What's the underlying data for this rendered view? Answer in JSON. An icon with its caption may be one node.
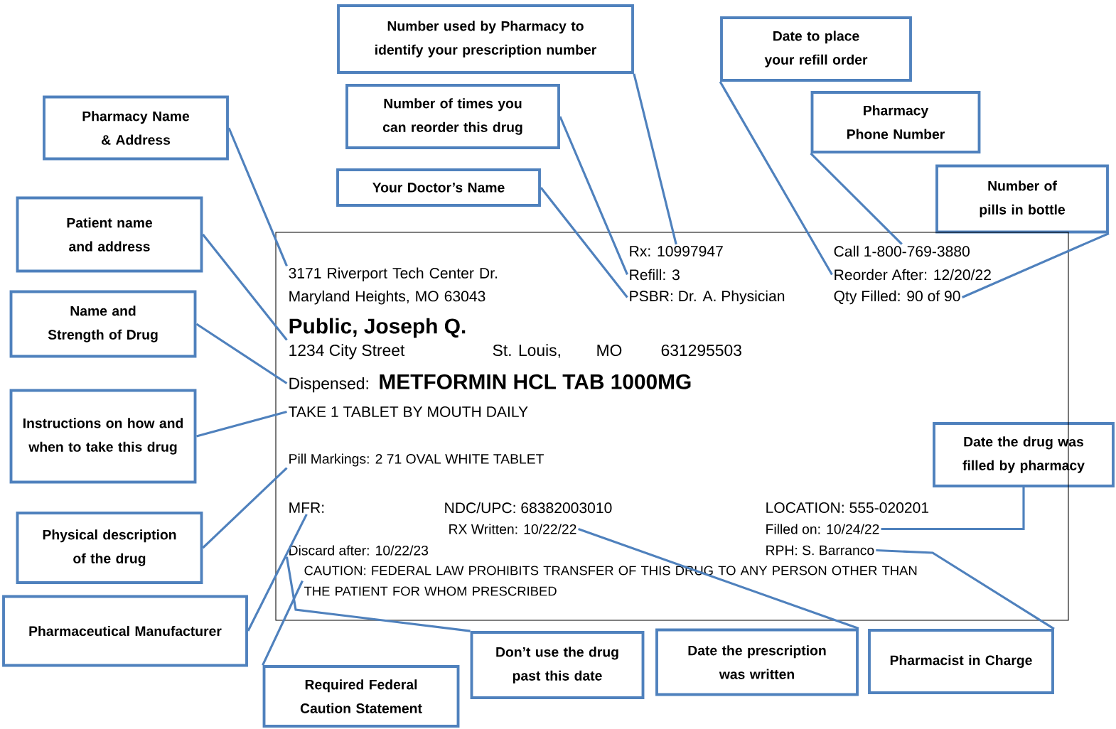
{
  "diagram": {
    "nodes": [
      {
        "text": [
          "Number used by Pharmacy to identify your prescription number"
        ]
      },
      {
        "text": [
          "Date to place your refill order"
        ]
      },
      {
        "text": [
          "Number of times you can reorder this drug"
        ]
      },
      {
        "text": [
          "Pharmacy Phone Number"
        ]
      },
      {
        "text": [
          "Pharmacy Name & Address"
        ]
      },
      {
        "text": [
          "Number of pills in bottle"
        ]
      },
      {
        "text": [
          "Your Doctor’s Name"
        ]
      },
      {
        "text": [
          "Patient name and address"
        ]
      },
      {
        "text": [
          "Name and Strength of Drug"
        ]
      },
      {
        "text": [
          "Instructions on how and when to take this drug"
        ]
      },
      {
        "text": [
          "Date the drug was filled by pharmacy"
        ]
      },
      {
        "text": [
          "Physical description of the drug"
        ]
      },
      {
        "text": [
          "Pharmaceutical Manufacturer"
        ]
      },
      {
        "text": [
          "Don’t use the drug past this date"
        ]
      },
      {
        "text": [
          "Date the prescription was written"
        ]
      },
      {
        "text": [
          "Pharmacist in Charge"
        ]
      },
      {
        "text": [
          "Required Federal Caution Statement"
        ]
      },
      {
        "text": [],
        "shape": "box"
      },
      {
        "text": [
          "3171 Riverport Tech Center Dr. Maryland Heights, MO  63043"
        ],
        "in": 17
      },
      {
        "text": [
          "Rx:  10997947"
        ],
        "in": 17
      },
      {
        "text": [
          "Call 1-800-769-3880"
        ],
        "in": 17
      },
      {
        "text": [
          "Refill:  3"
        ],
        "in": 17
      },
      {
        "text": [
          "Reorder After:  12/20/22"
        ],
        "in": 17
      },
      {
        "text": [
          "PSBR:  Dr. A. Physician"
        ],
        "in": 17
      },
      {
        "text": [
          "Qty Filled:  90 of 90"
        ],
        "in": 17
      },
      {
        "text": [
          "Public, Joseph Q.",
          "1234 City Street",
          "St. Louis,",
          "MO",
          "631295503"
        ],
        "in": 17
      },
      {
        "text": [
          "Dispensed:",
          "METFORMIN HCL TAB 1000MG"
        ],
        "in": 17
      },
      {
        "text": [
          "TAKE 1 TABLET BY MOUTH DAILY"
        ],
        "in": 17
      },
      {
        "text": [
          "Pill Markings:  2 71 OVAL WHITE TABLET"
        ],
        "in": 17
      },
      {
        "text": [
          "MFR:"
        ],
        "in": 17
      },
      {
        "text": [
          "NDC/UPC:  68382003010"
        ],
        "in": 17
      },
      {
        "text": [
          "LOCATION:  555-020201"
        ],
        "in": 17
      },
      {
        "text": [
          "RX Written:  10/22/22"
        ],
        "in": 17
      },
      {
        "text": [
          "Filled on:  10/24/22"
        ],
        "in": 17
      },
      {
        "text": [
          "Discard after:  10/22/23"
        ],
        "in": 17
      },
      {
        "text": [
          "RPH: S. Barranco"
        ],
        "in": 17
      },
      {
        "text": [
          "CAUTION:  FEDERAL LAW PROHIBITS TRANSFER OF THIS DRUG TO ANY PERSON OTHER THAN THE PATIENT FOR WHOM PRESCRIBED"
        ],
        "in": 17
      }
    ],
    "edges": [
      {
        "from": 0,
        "to": 19,
        "arrow": "none"
      },
      {
        "from": 1,
        "to": 22,
        "arrow": "none"
      },
      {
        "from": 2,
        "to": 21,
        "arrow": "none"
      },
      {
        "from": 3,
        "to": 20,
        "arrow": "none"
      },
      {
        "from": 4,
        "to": 18,
        "arrow": "none"
      },
      {
        "from": 5,
        "to": 24,
        "arrow": "none"
      },
      {
        "from": 6,
        "to": 23,
        "arrow": "none"
      },
      {
        "from": 7,
        "to": 25,
        "arrow": "none"
      },
      {
        "from": 8,
        "to": 26,
        "arrow": "none"
      },
      {
        "from": 9,
        "to": 27,
        "arrow": "none"
      },
      {
        "from": 10,
        "to": 33,
        "arrow": "none"
      },
      {
        "from": 11,
        "to": 28,
        "arrow": "none"
      },
      {
        "from": 12,
        "to": 29,
        "arrow": "none"
      },
      {
        "from": 13,
        "to": 34,
        "arrow": "none"
      },
      {
        "from": 14,
        "to": 32,
        "arrow": "none"
      },
      {
        "from": 15,
        "to": 35,
        "arrow": "none"
      },
      {
        "from": 16,
        "to": 36,
        "arrow": "none"
      }
    ]
  }
}
